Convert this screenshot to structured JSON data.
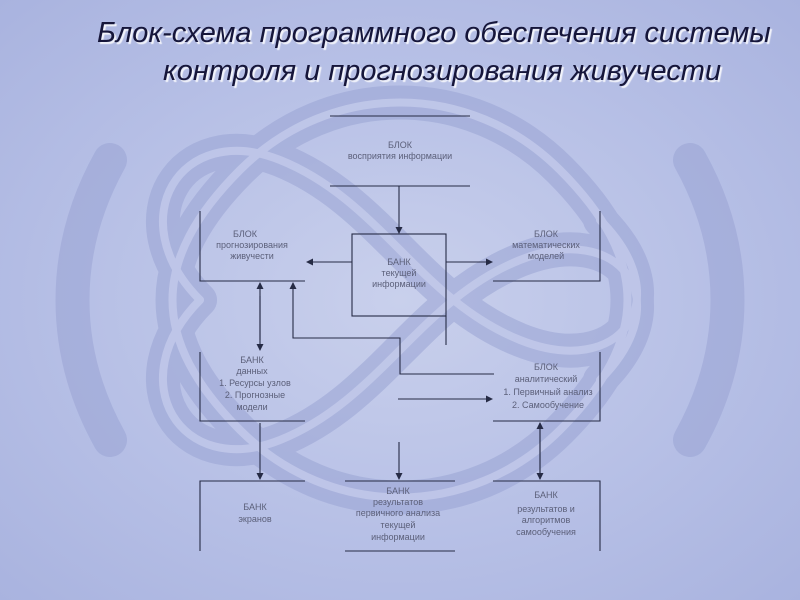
{
  "title": {
    "line1": "Блок-схема программного обеспечения системы",
    "line2": "контроля и  прогнозирования живучести"
  },
  "blocks": {
    "perception": {
      "line1": "БЛОК",
      "line2": "восприятия информации"
    },
    "forecast": {
      "line1": "БЛОК",
      "line2": "прогнозирования",
      "line3": "живучести"
    },
    "current_info": {
      "line1": "БАНК",
      "line2": "текущей",
      "line3": "информации"
    },
    "math_models": {
      "line1": "БЛОК",
      "line2": "математических",
      "line3": "моделей"
    },
    "data_bank": {
      "line1": "БАНК",
      "line2": "данных",
      "line3": "1. Ресурсы узлов",
      "line4": "2. Прогнозные",
      "line5": "модели"
    },
    "analytic": {
      "line1": "БЛОК",
      "line2": "аналитический",
      "line3": "1. Первичный анализ",
      "line4": "2. Самообучение"
    },
    "screens": {
      "line1": "БАНК",
      "line2": "экранов"
    },
    "primary_results": {
      "line1": "БАНК",
      "line2": "результатов",
      "line3": "первичного анализа",
      "line4": "текущей",
      "line5": "информации"
    },
    "learning_results": {
      "line1": "БАНК",
      "line2": "результатов и",
      "line3": "алгоритмов",
      "line4": "самообучения"
    }
  }
}
